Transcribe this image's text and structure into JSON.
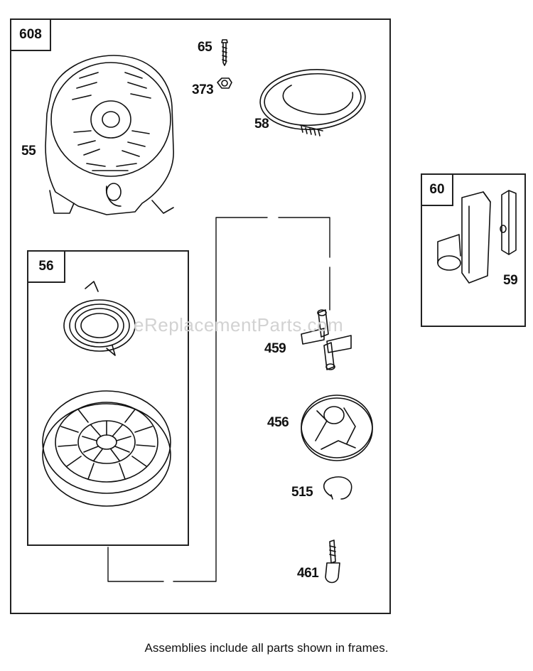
{
  "frames": {
    "main": "608",
    "starter_assembly": "56",
    "handle_assembly": "60"
  },
  "parts": {
    "p65": "65",
    "p373": "373",
    "p55": "55",
    "p58": "58",
    "p59": "59",
    "p459": "459",
    "p456": "456",
    "p515": "515",
    "p461": "461"
  },
  "watermark": "eReplacementParts.com",
  "caption": "Assemblies include all parts shown in frames."
}
